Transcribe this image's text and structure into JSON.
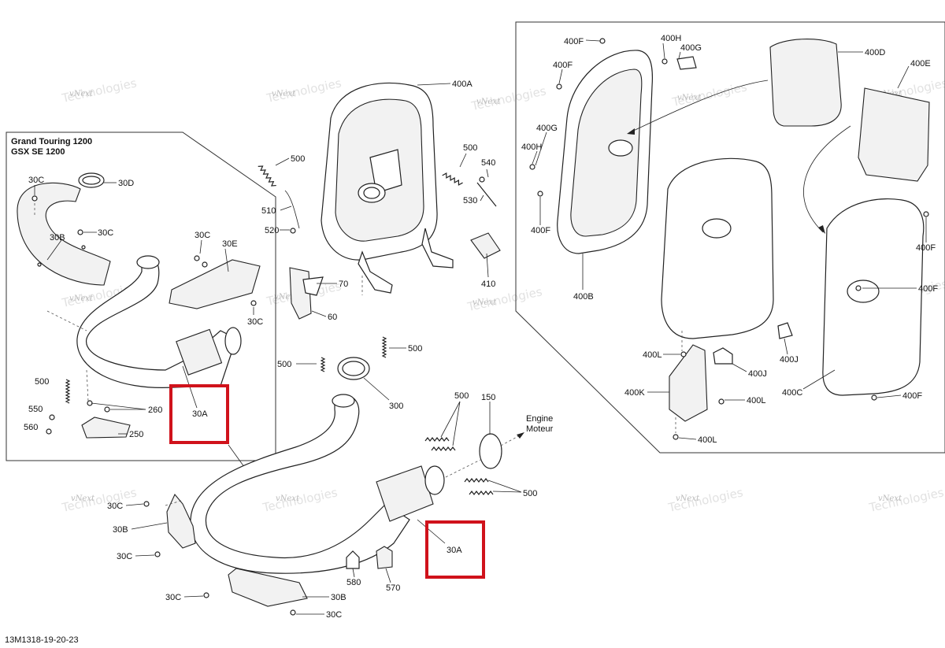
{
  "inset_title": [
    "Grand Touring 1200",
    "GSX SE 1200"
  ],
  "engine_label": [
    "Engine",
    "Moteur"
  ],
  "drawing_code": "13M1318-19-20-23",
  "watermark": [
    "vNext",
    "Technologies"
  ],
  "labels": [
    {
      "id": "30C",
      "text": "30C"
    },
    {
      "id": "30D",
      "text": "30D"
    },
    {
      "id": "30B",
      "text": "30B"
    },
    {
      "id": "30C",
      "text": "30C"
    },
    {
      "id": "30C",
      "text": "30C"
    },
    {
      "id": "30E",
      "text": "30E"
    },
    {
      "id": "30C",
      "text": "30C"
    },
    {
      "id": "500",
      "text": "500"
    },
    {
      "id": "550",
      "text": "550"
    },
    {
      "id": "560",
      "text": "560"
    },
    {
      "id": "260",
      "text": "260"
    },
    {
      "id": "250",
      "text": "250"
    },
    {
      "id": "30A",
      "text": "30A"
    },
    {
      "id": "500",
      "text": "500"
    },
    {
      "id": "510",
      "text": "510"
    },
    {
      "id": "520",
      "text": "520"
    },
    {
      "id": "70",
      "text": "70"
    },
    {
      "id": "60",
      "text": "60"
    },
    {
      "id": "400A",
      "text": "400A"
    },
    {
      "id": "500",
      "text": "500"
    },
    {
      "id": "540",
      "text": "540"
    },
    {
      "id": "530",
      "text": "530"
    },
    {
      "id": "410",
      "text": "410"
    },
    {
      "id": "500",
      "text": "500"
    },
    {
      "id": "500",
      "text": "500"
    },
    {
      "id": "300",
      "text": "300"
    },
    {
      "id": "500",
      "text": "500"
    },
    {
      "id": "150",
      "text": "150"
    },
    {
      "id": "500",
      "text": "500"
    },
    {
      "id": "30A",
      "text": "30A"
    },
    {
      "id": "30C",
      "text": "30C"
    },
    {
      "id": "30B",
      "text": "30B"
    },
    {
      "id": "30C",
      "text": "30C"
    },
    {
      "id": "30C",
      "text": "30C"
    },
    {
      "id": "30B",
      "text": "30B"
    },
    {
      "id": "30C",
      "text": "30C"
    },
    {
      "id": "580",
      "text": "580"
    },
    {
      "id": "570",
      "text": "570"
    },
    {
      "id": "400F",
      "text": "400F"
    },
    {
      "id": "400H",
      "text": "400H"
    },
    {
      "id": "400G",
      "text": "400G"
    },
    {
      "id": "400D",
      "text": "400D"
    },
    {
      "id": "400E",
      "text": "400E"
    },
    {
      "id": "400F",
      "text": "400F"
    },
    {
      "id": "400G",
      "text": "400G"
    },
    {
      "id": "400H",
      "text": "400H"
    },
    {
      "id": "400F",
      "text": "400F"
    },
    {
      "id": "400B",
      "text": "400B"
    },
    {
      "id": "400F",
      "text": "400F"
    },
    {
      "id": "400F",
      "text": "400F"
    },
    {
      "id": "400L",
      "text": "400L"
    },
    {
      "id": "400J",
      "text": "400J"
    },
    {
      "id": "400J",
      "text": "400J"
    },
    {
      "id": "400K",
      "text": "400K"
    },
    {
      "id": "400L",
      "text": "400L"
    },
    {
      "id": "400L",
      "text": "400L"
    },
    {
      "id": "400C",
      "text": "400C"
    },
    {
      "id": "400F",
      "text": "400F"
    }
  ]
}
